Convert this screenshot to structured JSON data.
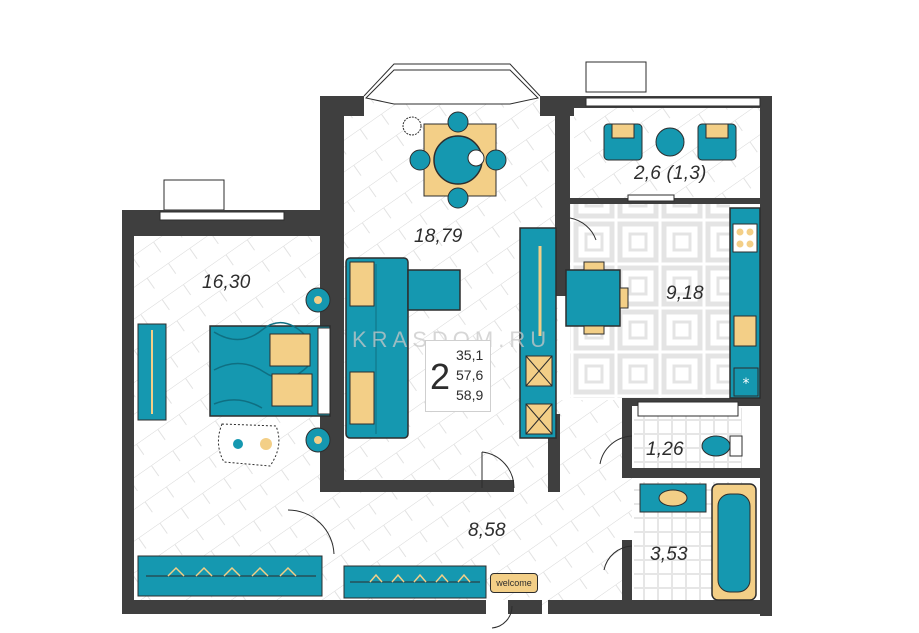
{
  "colors": {
    "wall": "#3f3f3f",
    "accent": "#1598b0",
    "accent_dark": "#0f6f82",
    "sand": "#f3cf87",
    "floor_line": "#d8d8d8",
    "tile": "#e6e6e6",
    "outline": "#2d2d2d"
  },
  "rooms": {
    "bedroom": "16,30",
    "living": "18,79",
    "balcony": "2,6 (1,3)",
    "kitchen": "9,18",
    "wc": "1,26",
    "hall": "8,58",
    "bath": "3,53"
  },
  "summary": {
    "rooms_count": "2",
    "living_area": "35,1",
    "total_area": "57,6",
    "total_with_balcony": "58,9"
  },
  "watermark": "KRASDOM.RU",
  "doormat": "welcome",
  "icons": [
    "dining-table-icon",
    "sofa-icon",
    "bed-icon",
    "rug-icon",
    "lamp-icon",
    "wardrobe-icon",
    "stove-icon",
    "sink-icon",
    "toilet-icon",
    "bathtub-icon",
    "armchair-icon",
    "tv-stand-icon",
    "plant-icon",
    "fridge-icon"
  ]
}
